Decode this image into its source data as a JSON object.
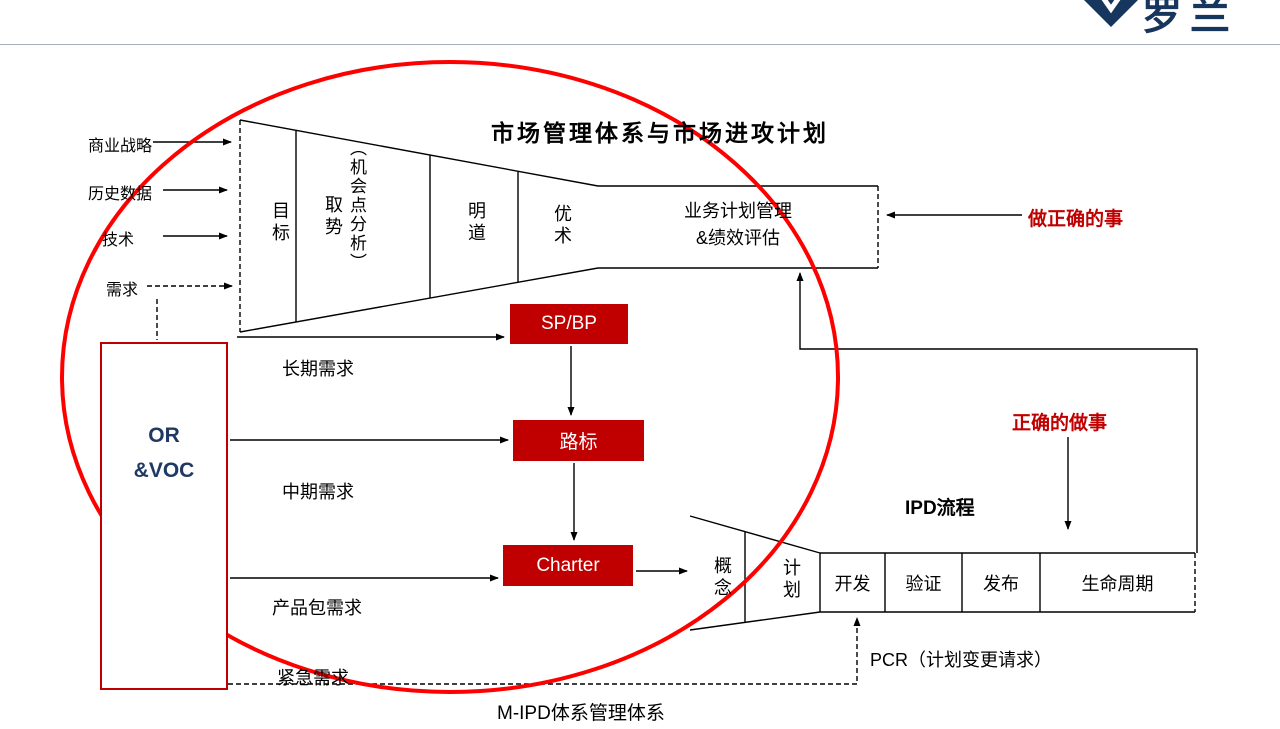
{
  "colors": {
    "accent_red": "#c00000",
    "ellipse_red": "#fe0000",
    "navy": "#1f3864",
    "line_black": "#000000"
  },
  "header": {
    "logo_text": "罗兰",
    "title": "市场管理体系与市场进攻计划"
  },
  "inputs": {
    "business_strategy": "商业战略",
    "historical_data": "历史数据",
    "technology": "技术",
    "demand": "需求"
  },
  "funnel": {
    "stage_goal": "目标",
    "stage_trend": "取势",
    "stage_opportunity": "（机会点分析）",
    "stage_path": "明道",
    "stage_tactics": "优术",
    "output_line1": "业务计划管理",
    "output_line2": "&绩效评估"
  },
  "plans": {
    "spbp": "SP/BP",
    "roadmap": "路标",
    "charter": "Charter"
  },
  "demands": {
    "long_term": "长期需求",
    "mid_term": "中期需求",
    "package": "产品包需求",
    "urgent": "紧急需求"
  },
  "or_voc": {
    "line1": "OR",
    "line2": "&VOC"
  },
  "annotations": {
    "do_right_things": "做正确的事",
    "do_things_right": "正确的做事",
    "ipd_process": "IPD流程",
    "pcr": "PCR（计划变更请求）",
    "mipd": "M-IPD体系管理体系"
  },
  "ipd_chain": {
    "concept": "概念",
    "plan": "计划",
    "develop": "开发",
    "verify": "验证",
    "release": "发布",
    "lifecycle": "生命周期"
  }
}
